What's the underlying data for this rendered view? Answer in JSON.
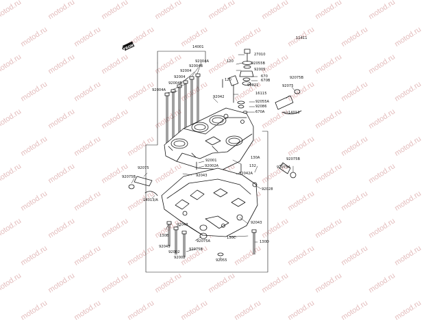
{
  "diagram": {
    "page_code": "11411",
    "front_badge": "FRONT",
    "watermark": "motod.ru",
    "colors": {
      "line": "#111111",
      "watermark": "#e3bcbc"
    },
    "callouts": [
      {
        "id": "c14001",
        "text": "14001"
      },
      {
        "id": "c92004a1",
        "text": "92004A"
      },
      {
        "id": "c92004b1",
        "text": "92004B"
      },
      {
        "id": "c92004_1",
        "text": "92004"
      },
      {
        "id": "c92004_2",
        "text": "92004"
      },
      {
        "id": "c92004b2",
        "text": "92004B"
      },
      {
        "id": "c92004a2",
        "text": "92004A"
      },
      {
        "id": "c120a",
        "text": "120"
      },
      {
        "id": "c120b",
        "text": "120"
      },
      {
        "id": "c92042a",
        "text": "92042"
      },
      {
        "id": "c27010",
        "text": "27010"
      },
      {
        "id": "c92055b",
        "text": "92055B"
      },
      {
        "id": "c92005",
        "text": "92005"
      },
      {
        "id": "c670",
        "text": "670"
      },
      {
        "id": "c670b",
        "text": "670B"
      },
      {
        "id": "c92022",
        "text": "92022"
      },
      {
        "id": "c16115",
        "text": "16115"
      },
      {
        "id": "c92055a",
        "text": "92055A"
      },
      {
        "id": "c92086",
        "text": "92086"
      },
      {
        "id": "c670a",
        "text": "670A"
      },
      {
        "id": "c92075r",
        "text": "92075"
      },
      {
        "id": "c92075br",
        "text": "92075B"
      },
      {
        "id": "c14013",
        "text": "14013"
      },
      {
        "id": "c92001",
        "text": "92001"
      },
      {
        "id": "c92002a",
        "text": "92002A"
      },
      {
        "id": "c130a",
        "text": "130A"
      },
      {
        "id": "c132",
        "text": "132"
      },
      {
        "id": "c92042a2",
        "text": "92042A"
      },
      {
        "id": "c92043a",
        "text": "92043"
      },
      {
        "id": "c92028",
        "text": "92028"
      },
      {
        "id": "c92075b2",
        "text": "92075B"
      },
      {
        "id": "c92075a2",
        "text": "92075A"
      },
      {
        "id": "c92075l",
        "text": "92075"
      },
      {
        "id": "c92075bl",
        "text": "92075B"
      },
      {
        "id": "c14013a",
        "text": "14013/A"
      },
      {
        "id": "c92043b",
        "text": "92043"
      },
      {
        "id": "c92043c",
        "text": "92043"
      },
      {
        "id": "c130b",
        "text": "130B"
      },
      {
        "id": "c92075a3",
        "text": "92075A"
      },
      {
        "id": "c92075b3",
        "text": "92075B"
      },
      {
        "id": "c92002_1",
        "text": "92002"
      },
      {
        "id": "c92002_2",
        "text": "92002"
      },
      {
        "id": "c130c",
        "text": "130C"
      },
      {
        "id": "c130d",
        "text": "130D"
      },
      {
        "id": "c92055",
        "text": "92055"
      },
      {
        "id": "c92043d",
        "text": "92043"
      }
    ]
  }
}
